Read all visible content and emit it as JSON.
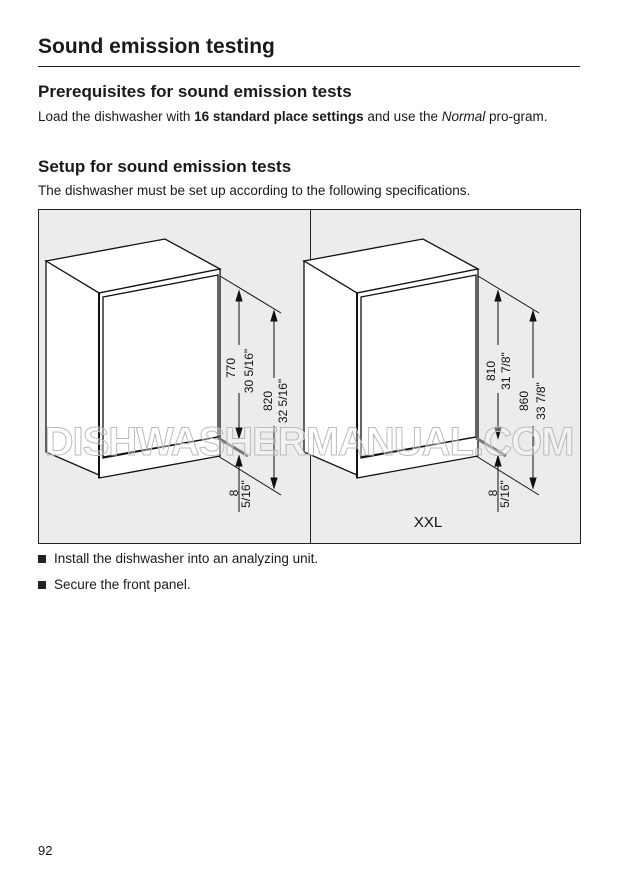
{
  "title": "Sound emission testing",
  "prereq": {
    "heading": "Prerequisites for sound emission tests",
    "text_before": "Load the dishwasher with ",
    "text_bold": "16 standard place settings",
    "text_mid": " and use the ",
    "text_italic": "Normal",
    "text_after": " pro-gram."
  },
  "setup": {
    "heading": "Setup for sound emission tests",
    "text": "The dishwasher must be set up according to the following specifications."
  },
  "diagram": {
    "left": {
      "h_mm": "770",
      "h_in": "30 5/16\"",
      "total_mm": "820",
      "total_in": "32 5/16\"",
      "gap_mm": "8",
      "gap_in": "5/16\""
    },
    "right": {
      "h_mm": "810",
      "h_in": "31 7/8\"",
      "total_mm": "860",
      "total_in": "33 7/8\"",
      "gap_mm": "8",
      "gap_in": "5/16\"",
      "label": "XXL"
    },
    "watermark": "DISHWASHERMANUAL.COM"
  },
  "bullets": [
    "Install the dishwasher into an analyzing unit.",
    "Secure the front panel."
  ],
  "page_number": "92"
}
